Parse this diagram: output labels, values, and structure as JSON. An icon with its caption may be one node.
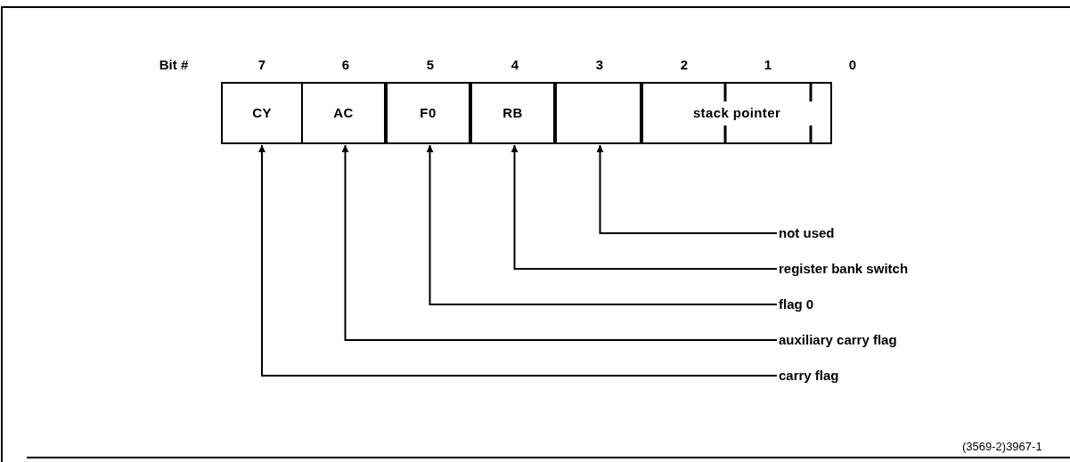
{
  "diagram": {
    "nodes": [
      {
        "text": [
          "CY"
        ]
      },
      {
        "text": [
          "AC"
        ]
      },
      {
        "text": [
          "F0"
        ]
      },
      {
        "text": [
          "RB"
        ]
      },
      {
        "text": [],
        "shape": "box"
      },
      {
        "text": [
          "stack pointer"
        ]
      },
      {
        "text": [
          "not used"
        ]
      },
      {
        "text": [
          "register bank switch"
        ]
      },
      {
        "text": [
          "flag 0"
        ]
      },
      {
        "text": [
          "auxiliary carry flag"
        ]
      },
      {
        "text": [
          "carry flag"
        ]
      }
    ],
    "edges": [
      {
        "from": 6,
        "to": 4,
        "arrow": "to"
      },
      {
        "from": 7,
        "to": 3,
        "arrow": "to"
      },
      {
        "from": 8,
        "to": 2,
        "arrow": "to"
      },
      {
        "from": 9,
        "to": 1,
        "arrow": "to"
      },
      {
        "from": 10,
        "to": 0,
        "arrow": "to"
      }
    ],
    "labels": [
      "Bit #",
      "7",
      "6",
      "5",
      "4",
      "3",
      "2",
      "1",
      "0",
      "(3569-2)3967-1"
    ]
  }
}
